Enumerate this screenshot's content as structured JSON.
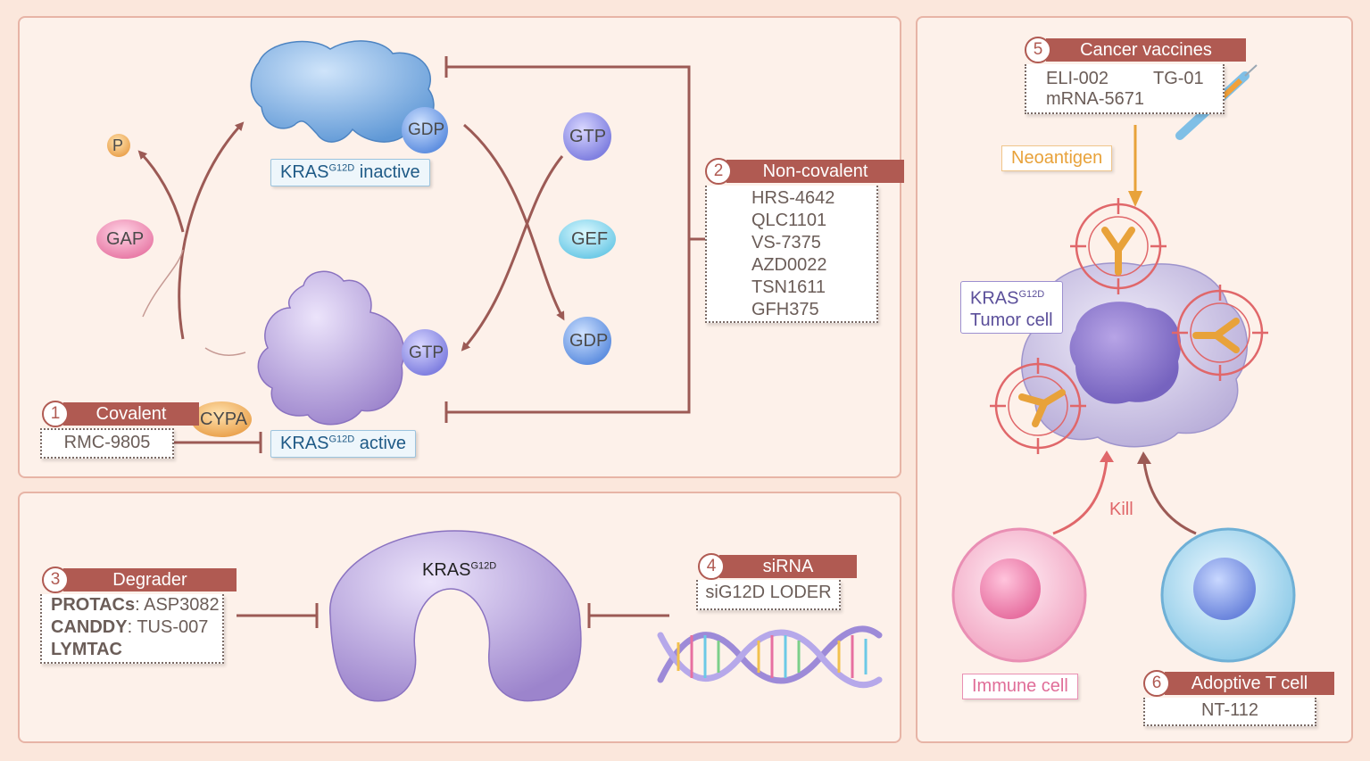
{
  "cycle": {
    "inactive_prefix": "KRAS",
    "inactive_sup": "G12D",
    "inactive_suffix": " inactive",
    "active_prefix": "KRAS",
    "active_sup": "G12D",
    "active_suffix": " active",
    "gdp_bound": "GDP",
    "gtp_bound": "GTP",
    "p": "P",
    "gap": "GAP",
    "gef": "GEF",
    "gtp_free": "GTP",
    "gdp_free": "GDP",
    "cypa": "CYPA"
  },
  "covalent": {
    "num": "1",
    "title": "Covalent",
    "items": [
      "RMC-9805"
    ]
  },
  "noncovalent": {
    "num": "2",
    "title": "Non-covalent",
    "items": [
      "HRS-4642",
      "QLC1101",
      "VS-7375",
      "AZD0022",
      "TSN1611",
      "GFH375"
    ]
  },
  "degrader": {
    "num": "3",
    "title": "Degrader",
    "line1_bold": "PROTACs",
    "line1_rest": ": ASP3082",
    "line2_bold": "CANDDY",
    "line2_rest": ": TUS-007",
    "line3_bold": "LYMTAC"
  },
  "kras_center": {
    "prefix": "KRAS",
    "sup": "G12D"
  },
  "sirna": {
    "num": "4",
    "title": "siRNA",
    "items": [
      "siG12D LODER"
    ]
  },
  "vaccines": {
    "num": "5",
    "title": "Cancer vaccines",
    "item1": "ELI-002",
    "item2": "TG-01",
    "item3": "mRNA-5671"
  },
  "neoantigen": "Neoantigen",
  "tumor": {
    "prefix": "KRAS",
    "sup": "G12D",
    "line2": "Tumor cell"
  },
  "kill": "Kill",
  "immune_cell": "Immune cell",
  "adoptive": {
    "num": "6",
    "title": "Adoptive T cell",
    "items": [
      "NT-112"
    ]
  },
  "colors": {
    "accent": "#b05a52",
    "inhibitor": "#9c5a55",
    "neoantigen": "#e8a23a"
  }
}
